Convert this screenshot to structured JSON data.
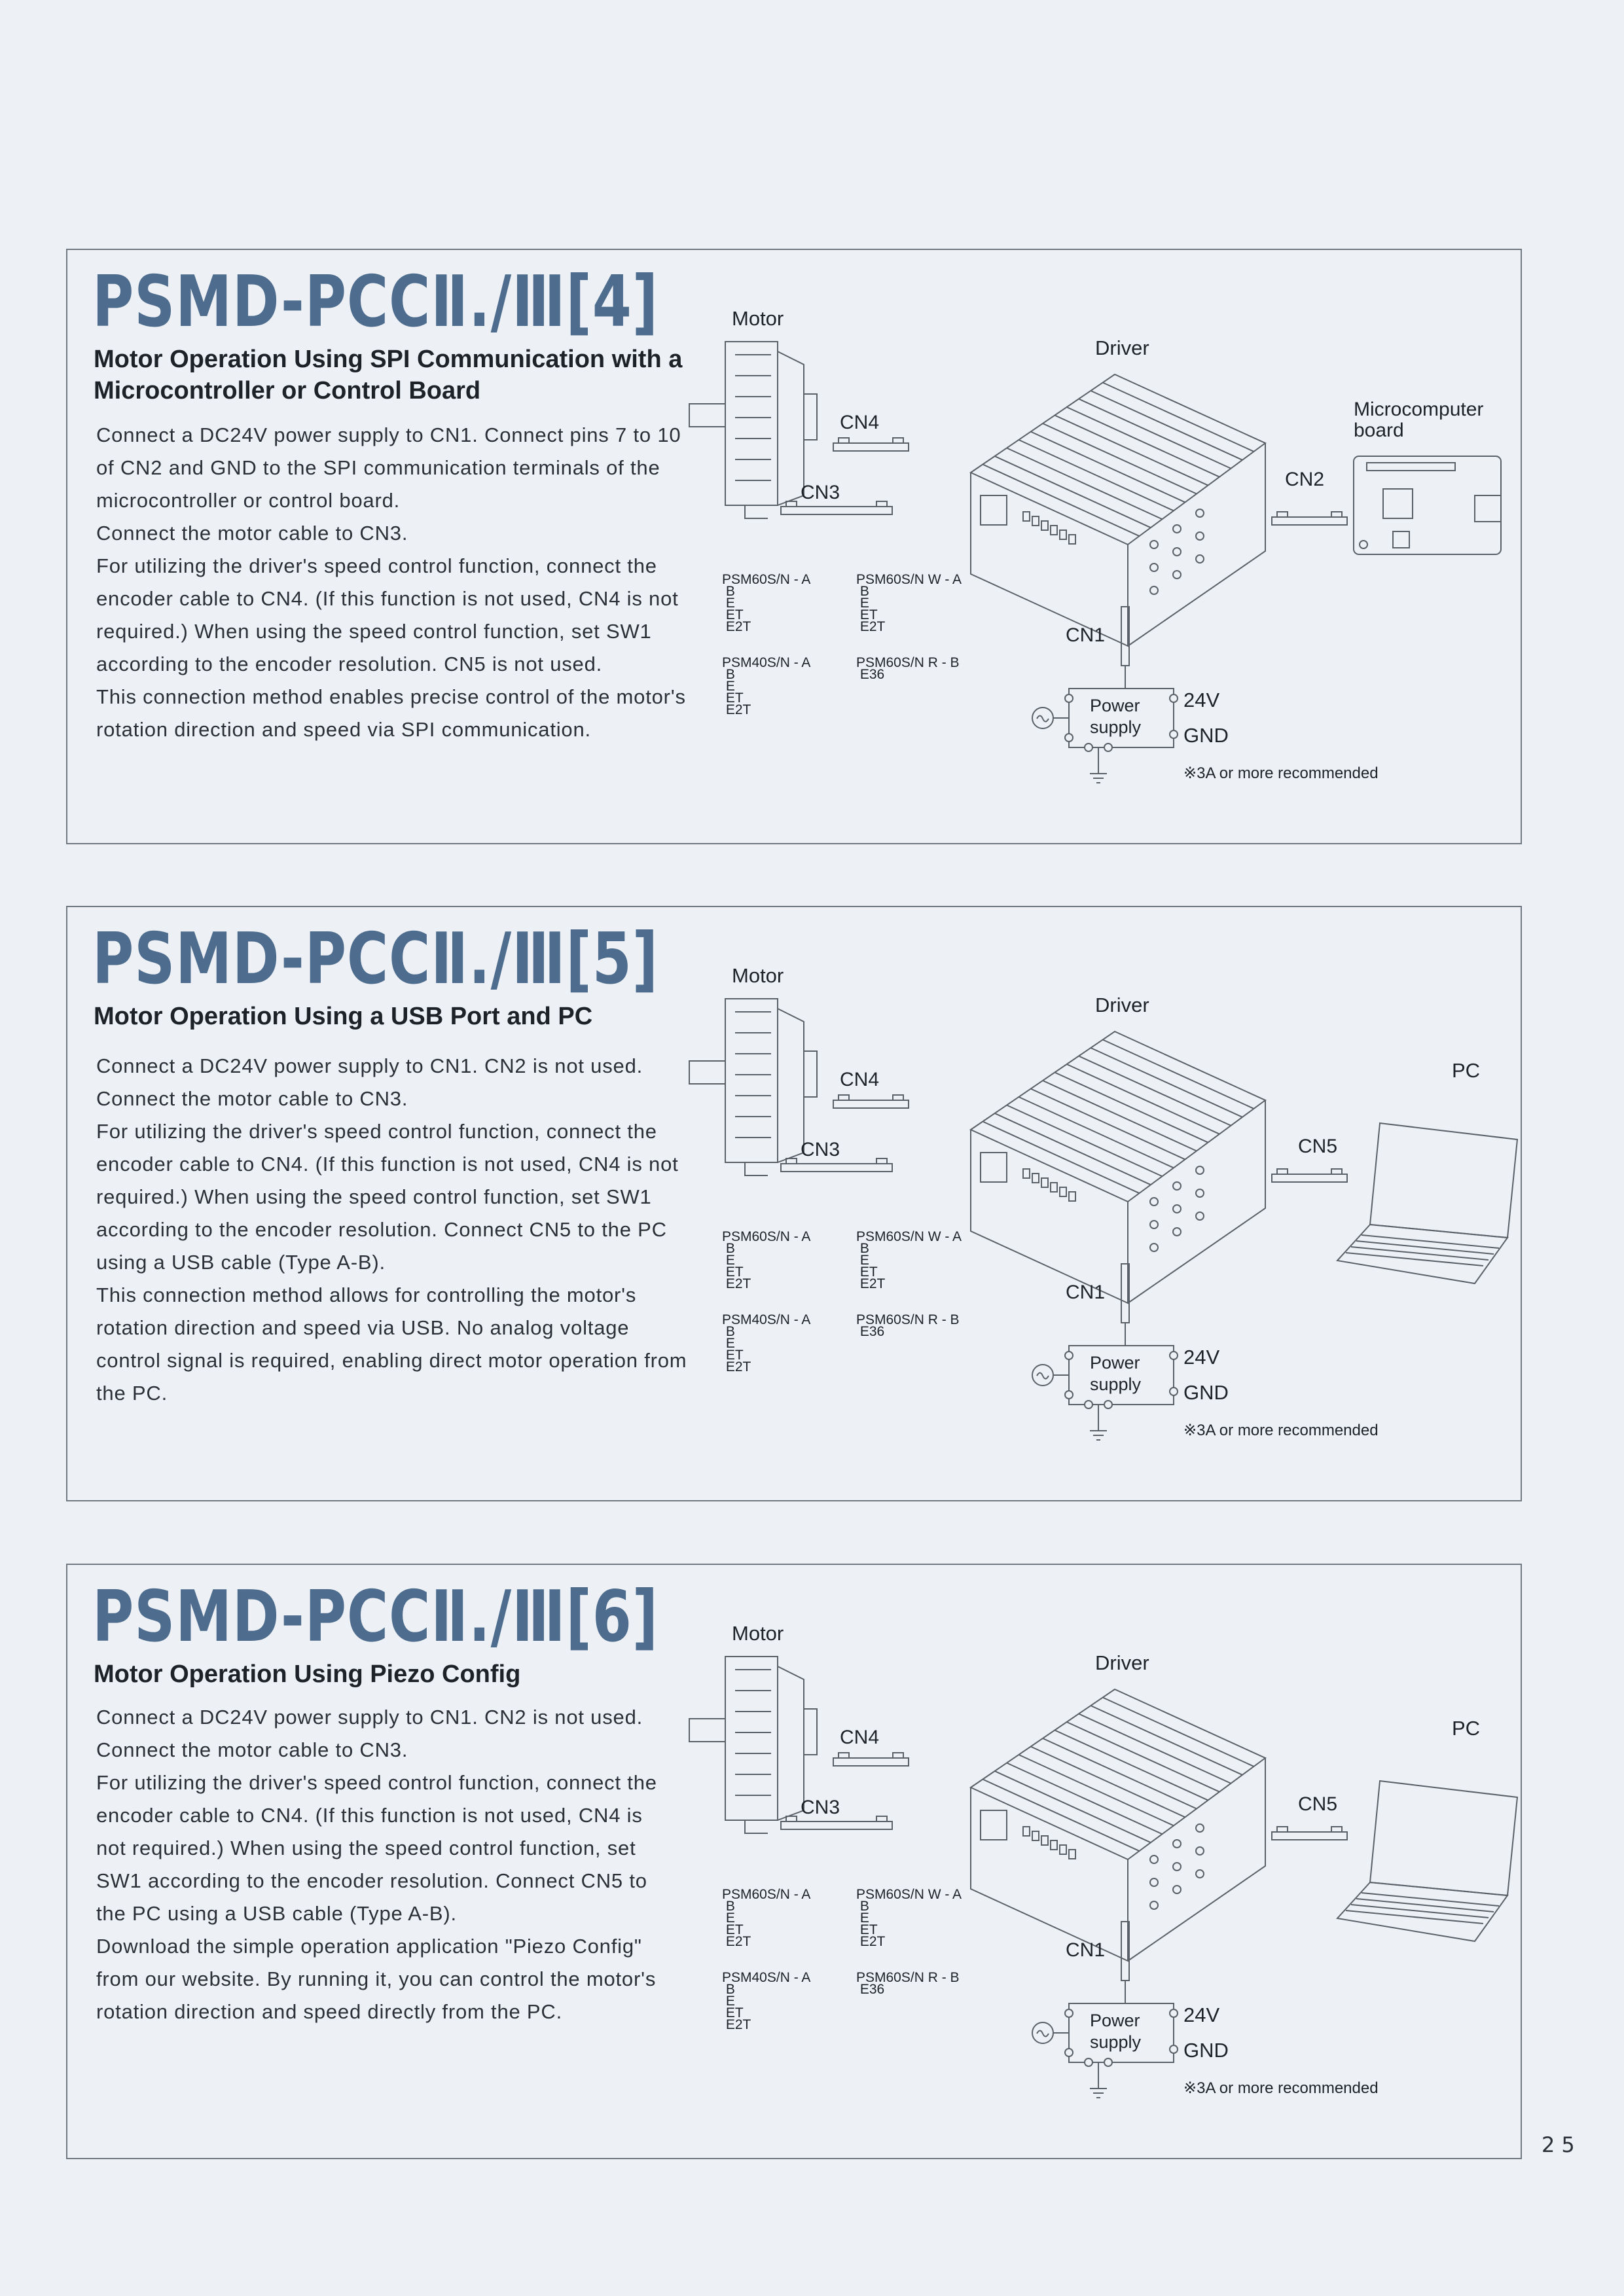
{
  "sections": [
    {
      "title": "PSMD-PCCⅡ./Ⅲ[4]",
      "subtitle": "Motor Operation Using SPI Communication with a Microcontroller or Control Board",
      "paragraphs": [
        "Connect a DC24V power supply to CN1. Connect pins 7 to 10 of CN2 and GND to the SPI communication terminals of the microcontroller or control board.",
        "Connect the motor cable to CN3.",
        "For utilizing the driver's speed control function, connect the encoder cable to CN4. (If this function is not used, CN4 is not required.) When using the speed control function, set SW1 according to the encoder resolution. CN5 is not used.",
        "This connection method enables precise control of the motor's rotation direction and speed via SPI communication."
      ],
      "diagram": {
        "motor": "Motor",
        "driver": "Driver",
        "cn4": "CN4",
        "cn3": "CN3",
        "port_label": "CN2",
        "target_label": "Microcomputer\nboard",
        "target_device": "board",
        "cn1": "CN1",
        "power_supply": "Power\nsupply",
        "v24": "24V",
        "gnd": "GND",
        "note": "※3A or more recommended",
        "models": {
          "psm60sn": "PSM60S/N - A\n                 B\n                 E\n                 ET\n                 E2T",
          "psm60snw": "PSM60S/N W - A\n                       B\n                       E\n                       ET\n                       E2T",
          "psm40sn": "PSM40S/N - A\n                 B\n                 E\n                 ET\n                 E2T",
          "psm60snr": "PSM60S/N R -  B\n                       E36"
        }
      }
    },
    {
      "title": "PSMD-PCCⅡ./Ⅲ[5]",
      "subtitle": "Motor Operation Using a USB Port and PC",
      "paragraphs": [
        "Connect a DC24V power supply to CN1. CN2 is not used. Connect the motor cable to CN3.",
        "For utilizing the driver's speed control function, connect the encoder cable to CN4. (If this function is not used, CN4 is not required.) When using the speed control function, set SW1 according to the encoder resolution. Connect CN5 to the PC using a USB cable (Type A-B).",
        "This connection method allows for controlling the motor's rotation direction and speed via USB. No analog voltage control signal is required, enabling direct motor operation from the PC."
      ],
      "diagram": {
        "motor": "Motor",
        "driver": "Driver",
        "cn4": "CN4",
        "cn3": "CN3",
        "port_label": "CN5",
        "target_label": "PC",
        "target_device": "laptop",
        "cn1": "CN1",
        "power_supply": "Power\nsupply",
        "v24": "24V",
        "gnd": "GND",
        "note": "※3A or more recommended",
        "models": {
          "psm60sn": "PSM60S/N - A\n                 B\n                 E\n                 ET\n                 E2T",
          "psm60snw": "PSM60S/N W - A\n                       B\n                       E\n                       ET\n                       E2T",
          "psm40sn": "PSM40S/N - A\n                 B\n                 E\n                 ET\n                 E2T",
          "psm60snr": "PSM60S/N R -  B\n                       E36"
        }
      }
    },
    {
      "title": "PSMD-PCCⅡ./Ⅲ[6]",
      "subtitle": "Motor Operation Using Piezo Config",
      "paragraphs": [
        "Connect a DC24V power supply to CN1. CN2 is not used. Connect the motor cable to CN3.",
        "For utilizing the driver's speed control function, connect the encoder cable to CN4. (If this function is not used, CN4 is not required.) When using the speed control function, set SW1 according to the encoder resolution. Connect CN5 to the PC using a USB cable (Type A-B).",
        "Download the simple operation application \"Piezo Config\" from our website. By running it, you can control the motor's rotation direction and speed directly from the PC."
      ],
      "diagram": {
        "motor": "Motor",
        "driver": "Driver",
        "cn4": "CN4",
        "cn3": "CN3",
        "port_label": "CN5",
        "target_label": "PC",
        "target_device": "laptop",
        "cn1": "CN1",
        "power_supply": "Power\nsupply",
        "v24": "24V",
        "gnd": "GND",
        "note": "※3A or more recommended",
        "models": {
          "psm60sn": "PSM60S/N - A\n                 B\n                 E\n                 ET\n                 E2T",
          "psm60snw": "PSM60S/N W - A\n                       B\n                       E\n                       ET\n                       E2T",
          "psm40sn": "PSM40S/N - A\n                 B\n                 E\n                 ET\n                 E2T",
          "psm60snr": "PSM60S/N R -  B\n                       E36"
        }
      }
    }
  ],
  "page_number": "25",
  "colors": {
    "title": "#4e6d8e",
    "border": "#6f7780",
    "line": "#5a6068",
    "background": "#edf0f4"
  }
}
